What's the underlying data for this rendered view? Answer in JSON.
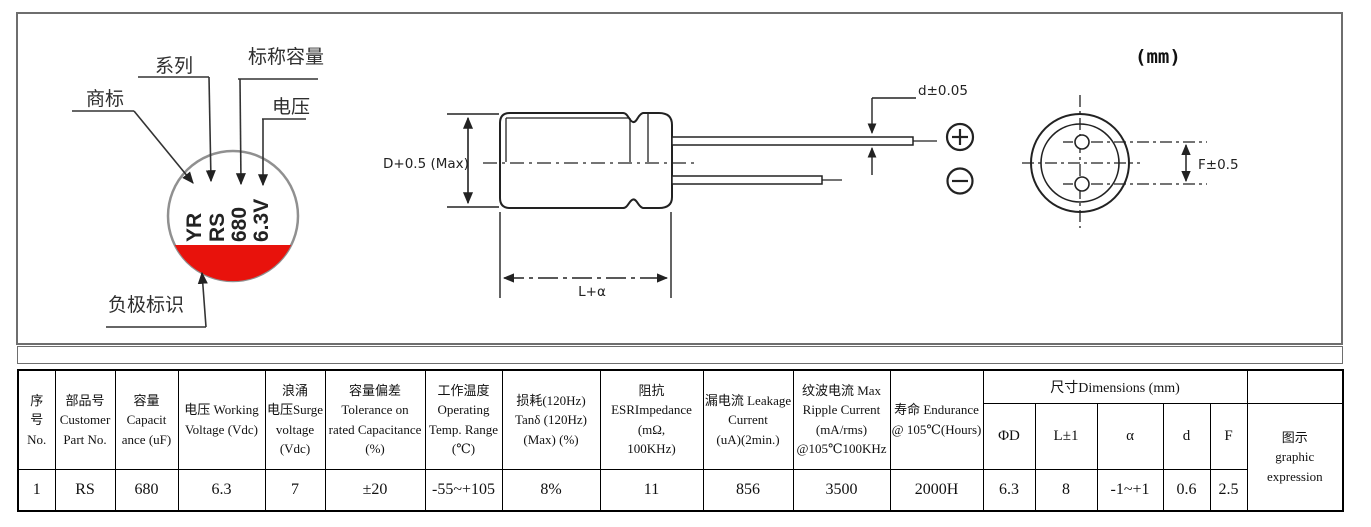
{
  "document": {
    "unit_note": "(mm)"
  },
  "marking_diagram": {
    "labels": {
      "trademark": "商标",
      "series": "系列",
      "nominal_capacity": "标称容量",
      "voltage": "电压",
      "negative_mark": "负极标识"
    },
    "print_lines": [
      "YR",
      "RS",
      "680",
      "6.3V"
    ],
    "print_color": "#e8120c"
  },
  "outline_drawing": {
    "diameter_label": "D+0.5 (Max)",
    "length_label": "L+α",
    "lead_diameter_label": "d±0.05",
    "lead_pitch_label": "F±0.5",
    "icons": {
      "positive": "plus-circle-icon",
      "negative": "minus-circle-icon"
    }
  },
  "table": {
    "dims_group_label": "尺寸Dimensions (mm)",
    "graphic_label": "图示\ngraphic\nexpression",
    "cols": [
      {
        "key": "no",
        "h": "序\n号\nNo.",
        "v": "1"
      },
      {
        "key": "part_no",
        "h": "部品号\nCustomer\nPart No.",
        "v": "RS"
      },
      {
        "key": "capacitance",
        "h": "容量\nCapacit\nance (uF)",
        "v": "680"
      },
      {
        "key": "working_voltage",
        "h": "电压 Working\nVoltage (Vdc)",
        "v": "6.3"
      },
      {
        "key": "surge_voltage",
        "h": "浪涌\n电压Surge\nvoltage\n(Vdc)",
        "v": "7"
      },
      {
        "key": "tolerance",
        "h": "容量偏差\nTolerance on\nrated Capacitance\n(%)",
        "v": "±20"
      },
      {
        "key": "temp_range",
        "h": "工作温度\nOperating\nTemp. Range\n(℃)",
        "v": "-55~+105"
      },
      {
        "key": "tan_delta",
        "h": "损耗(120Hz)\nTanδ (120Hz)\n(Max) (%)",
        "v": "8%"
      },
      {
        "key": "impedance",
        "h": "阻抗\nESRImpedance\n(mΩ,\n100KHz)",
        "v": "11"
      },
      {
        "key": "leakage",
        "h": "漏电流 Leakage\nCurrent\n(uA)(2min.)",
        "v": "856"
      },
      {
        "key": "ripple",
        "h": "纹波电流 Max\nRipple Current\n(mA/rms)\n@105℃100KHz",
        "v": "3500"
      },
      {
        "key": "endurance",
        "h": "寿命 Endurance\n@ 105℃(Hours)",
        "v": "2000H"
      },
      {
        "key": "dia",
        "h": "ΦD",
        "v": "6.3"
      },
      {
        "key": "length",
        "h": "L±1",
        "v": "8"
      },
      {
        "key": "alpha",
        "h": "α",
        "v": "-1~+1"
      },
      {
        "key": "lead_dia",
        "h": "d",
        "v": "0.6"
      },
      {
        "key": "lead_pitch",
        "h": "F",
        "v": "2.5"
      }
    ]
  }
}
